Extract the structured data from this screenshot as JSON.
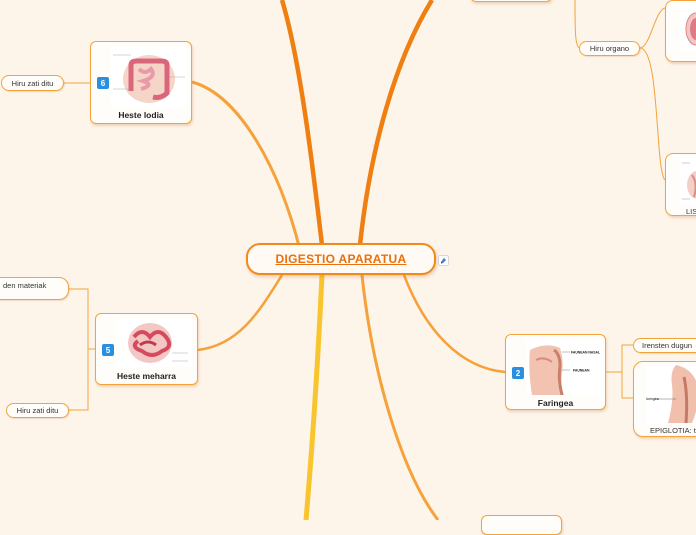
{
  "mindmap": {
    "root": {
      "title": "DIGESTIO APARATUA"
    },
    "topics": [
      {
        "id": "heste-lodia",
        "number": "6",
        "label": "Heste lodia"
      },
      {
        "id": "heste-meharra",
        "number": "5",
        "label": "Heste meharra"
      },
      {
        "id": "faringea",
        "number": "2",
        "label": "Faringea"
      }
    ],
    "subtopics": {
      "hiru_zati_1": "Hiru zati ditu",
      "hiru_zati_2": "Hiru zati ditu",
      "den_materiak": "den materiak",
      "hiru_organo": "Hiru organo",
      "irensten": "Irensten dugun",
      "epiglotia": "EPIGLOTIA: t",
      "lis": "LIS"
    },
    "image_captions": {
      "faringea_upper": "FAUNEAN NASAL",
      "faringea_lower": "FAUNEAN",
      "epiglotia": "laringea"
    }
  },
  "colors": {
    "background": "#fdf4ea",
    "branch_dark": "#f08a1c",
    "branch_light": "#f7b733",
    "node_border": "#f3a33a",
    "title": "#e8700e",
    "badge": "#2b8fe0"
  }
}
